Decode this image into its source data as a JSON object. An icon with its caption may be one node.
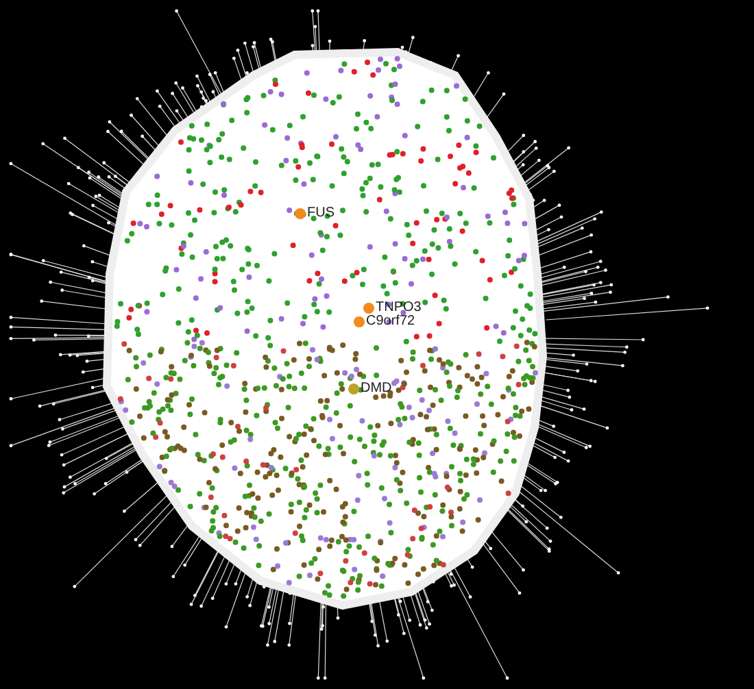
{
  "diagram": {
    "nodes": [
      {
        "text": [
          "FUS"
        ]
      },
      {
        "text": [
          "TNPO3"
        ]
      },
      {
        "text": [
          "C9orf72"
        ]
      },
      {
        "text": [
          "DMD"
        ]
      }
    ]
  }
}
